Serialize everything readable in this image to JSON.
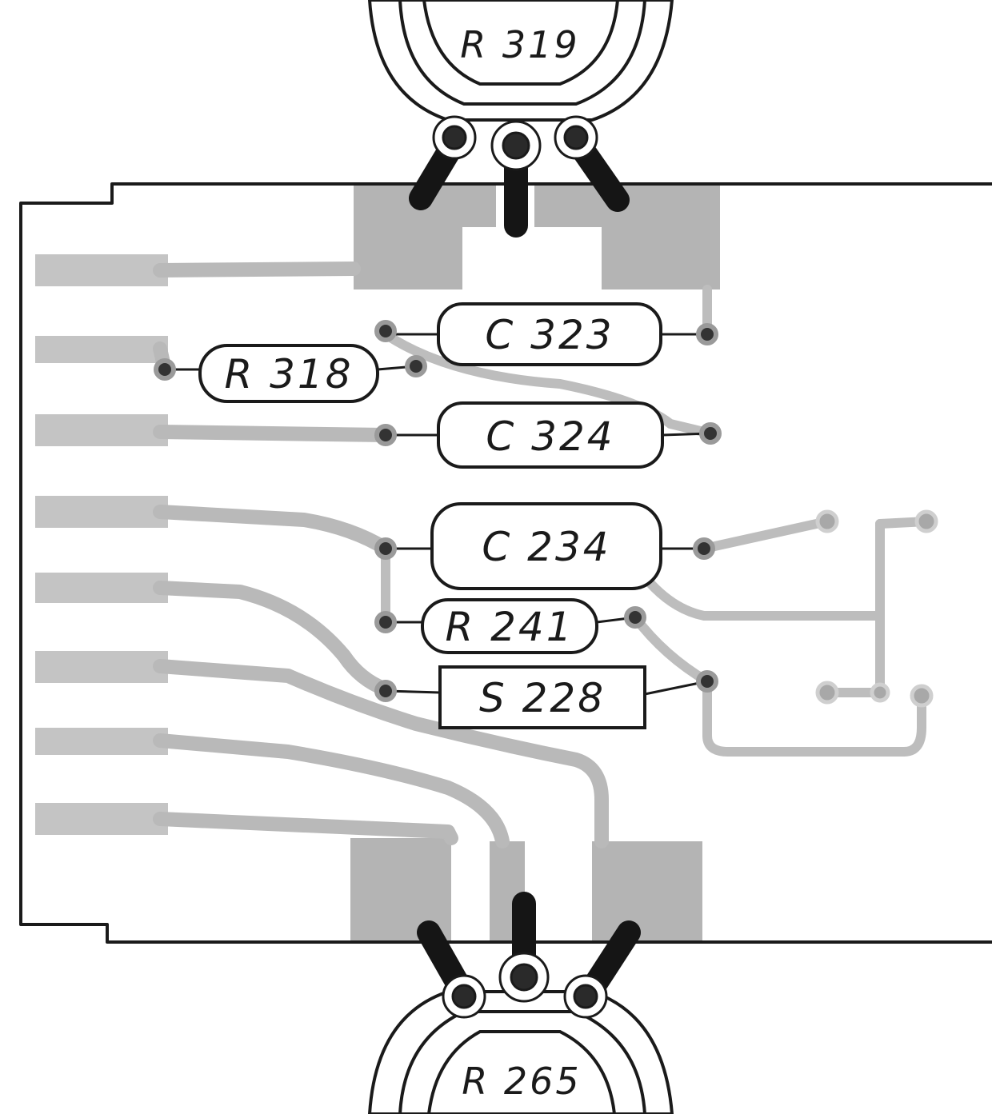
{
  "diagram": {
    "potentiometers": [
      {
        "id": "top",
        "label": "R 319"
      },
      {
        "id": "bottom",
        "label": "R 265"
      }
    ],
    "components": [
      {
        "id": "c323",
        "label": "C 323"
      },
      {
        "id": "r318",
        "label": "R 318"
      },
      {
        "id": "c324",
        "label": "C 324"
      },
      {
        "id": "c234",
        "label": "C 234"
      },
      {
        "id": "r241",
        "label": "R 241"
      },
      {
        "id": "s228",
        "label": "S 228"
      }
    ]
  },
  "colors": {
    "ink": "#1a1a1a",
    "trace": "#b9b9b9",
    "pad": "#b4b4b4",
    "background": "#ffffff"
  }
}
